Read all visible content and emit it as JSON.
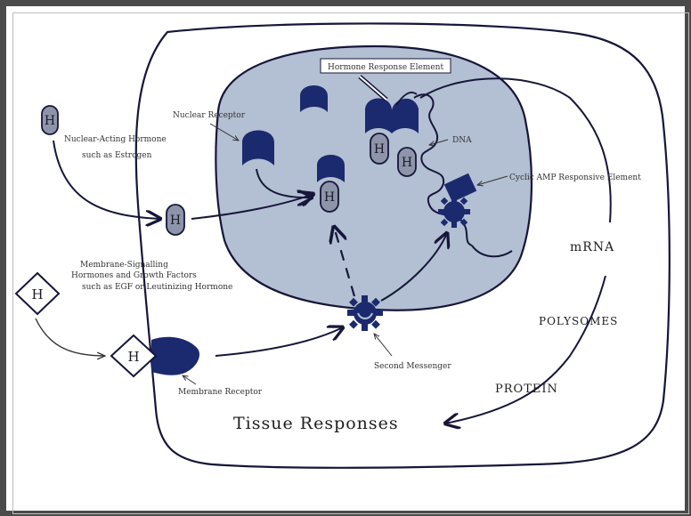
{
  "labels": {
    "hormone_response_element": "Hormone Response Element",
    "nuclear_receptor": "Nuclear Receptor",
    "nuclear_acting_hormone_line1": "Nuclear-Acting Hormone",
    "nuclear_acting_hormone_line2": "such as Estrogen",
    "dna": "DNA",
    "cyclic_amp": "Cyclic AMP Responsive Element",
    "membrane_signalling_line1": "Membrane-Signalling",
    "membrane_signalling_line2": "Hormones and Growth Factors",
    "membrane_signalling_line3": "such as EGF or Leutinizing Hormone",
    "membrane_receptor": "Membrane Receptor",
    "second_messenger": "Second Messenger",
    "mrna": "mRNA",
    "polysomes": "POLYSOMES",
    "protein": "PROTEIN",
    "tissue_responses": "Tissue Responses",
    "hormone_symbol": "H"
  },
  "colors": {
    "receptor_fill": "#1b2a6e",
    "nucleus_fill": "#b3bfd2",
    "hormone_fill": "#8e95aa",
    "line": "#16163a"
  }
}
